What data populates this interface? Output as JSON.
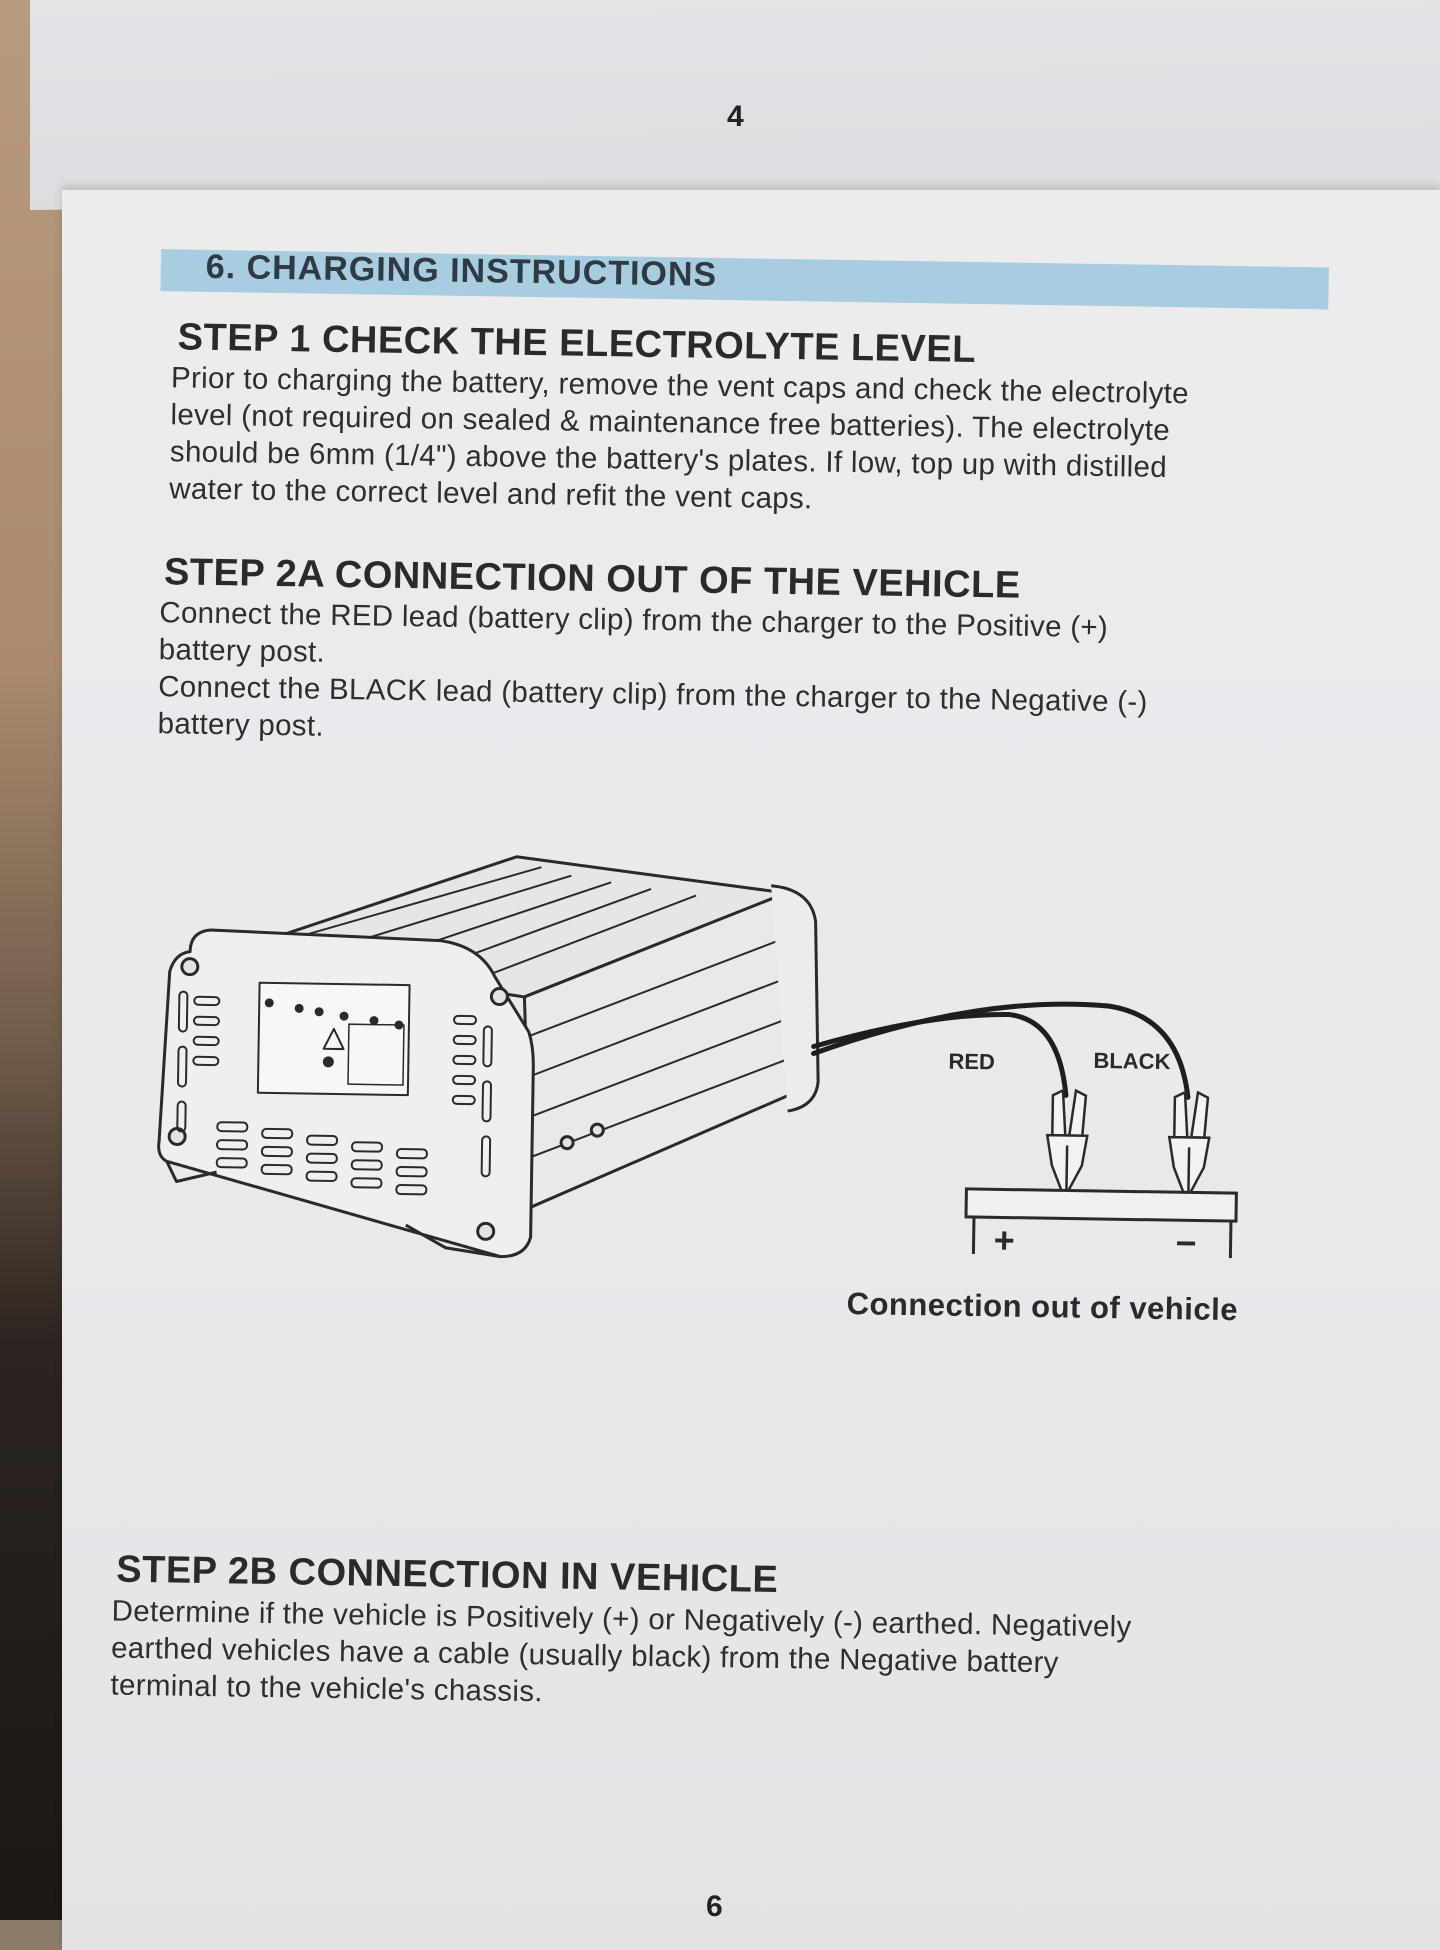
{
  "previous_page": {
    "page_number": "4"
  },
  "section": {
    "title": "6. CHARGING INSTRUCTIONS"
  },
  "steps": [
    {
      "heading": "STEP 1  CHECK THE ELECTROLYTE LEVEL",
      "body": "Prior to charging the battery, remove the vent caps and check the electrolyte\nlevel (not required on sealed & maintenance free batteries). The electrolyte\nshould be 6mm (1/4\") above the battery's plates. If low, top up with distilled\nwater to the correct level and refit the vent caps."
    },
    {
      "heading": "STEP 2A  CONNECTION OUT OF THE VEHICLE",
      "body": "Connect the RED lead (battery clip) from the charger to the Positive (+)\nbattery post.\nConnect the BLACK lead (battery clip) from the charger to the Negative (-)\nbattery post."
    },
    {
      "heading": "STEP 2B  CONNECTION IN VEHICLE",
      "body": "Determine if the vehicle is Positively (+) or Negatively (-) earthed. Negatively\nearthed vehicles have a cable (usually black) from the Negative battery\nterminal to the vehicle's chassis."
    }
  ],
  "diagram": {
    "red_label": "RED",
    "black_label": "BLACK",
    "positive_symbol": "+",
    "negative_symbol": "−",
    "caption": "Connection out of vehicle"
  },
  "page_number": "6"
}
